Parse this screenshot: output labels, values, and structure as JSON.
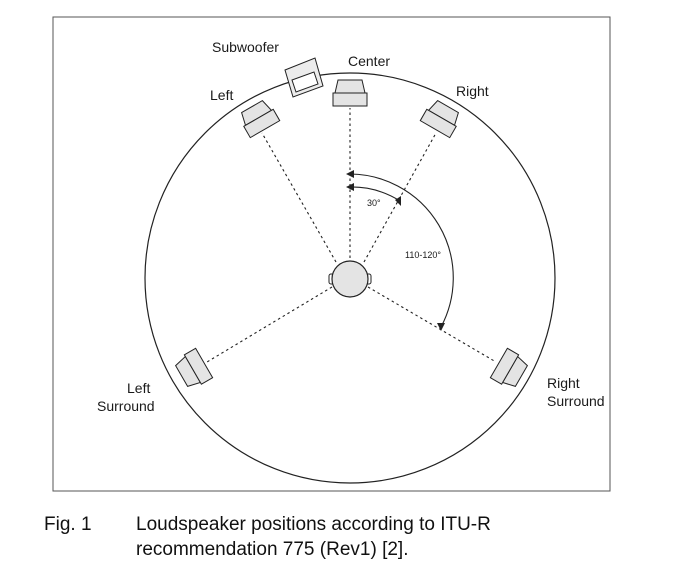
{
  "diagram": {
    "speakers": {
      "subwoofer": "Subwoofer",
      "center": "Center",
      "left": "Left",
      "right": "Right",
      "left_surround_1": "Left",
      "left_surround_2": "Surround",
      "right_surround_1": "Right",
      "right_surround_2": "Surround"
    },
    "angles": {
      "front": "30°",
      "surround": "110-120°"
    }
  },
  "caption": {
    "number": "Fig. 1",
    "text": "Loudspeaker positions according to ITU-R recommendation 775 (Rev1) [2]."
  }
}
